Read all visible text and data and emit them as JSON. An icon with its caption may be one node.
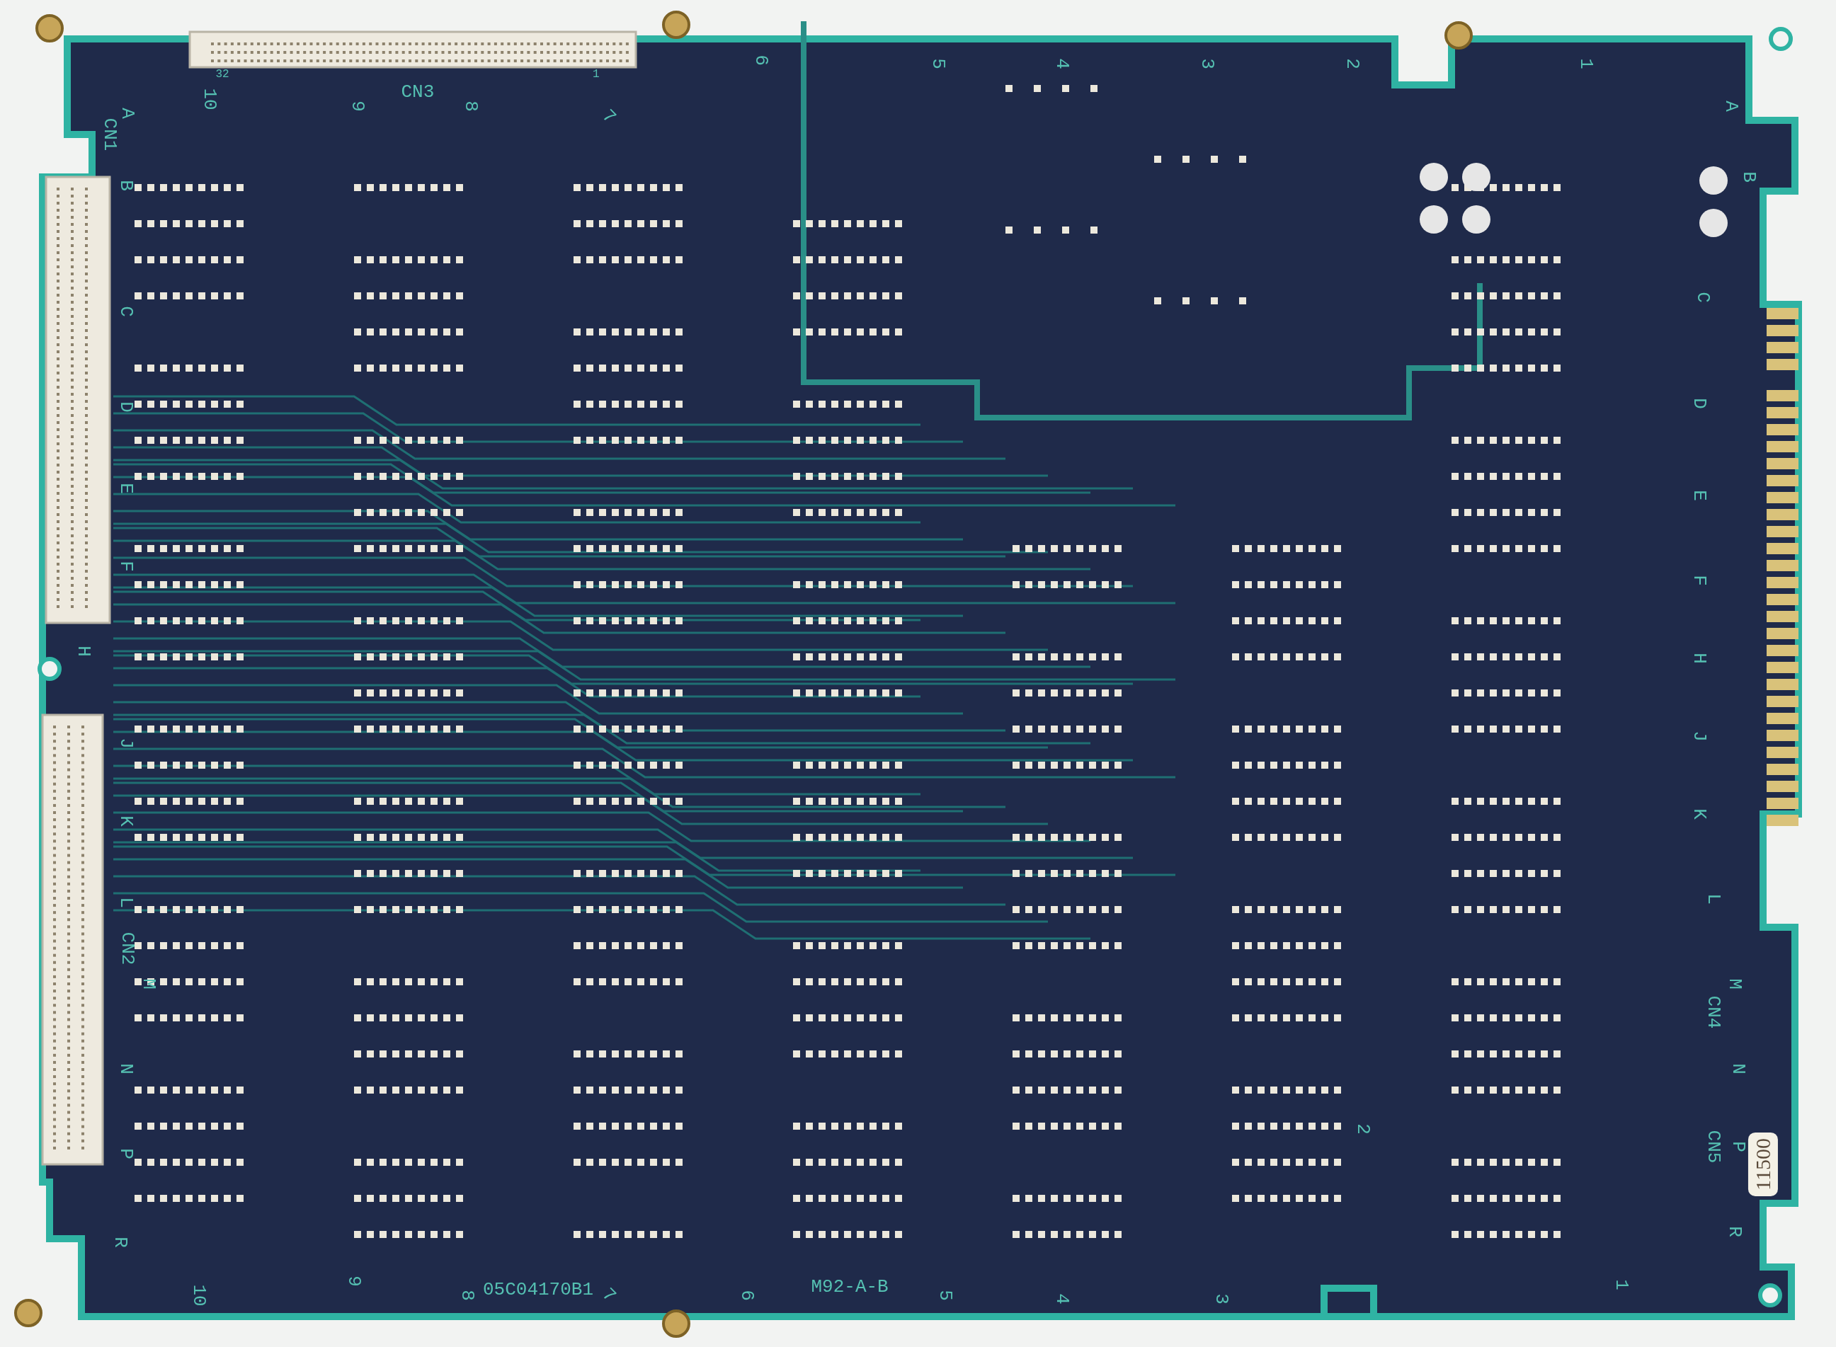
{
  "diagram": {
    "labels": [
      "10",
      "9",
      "8",
      "7",
      "6",
      "5",
      "4",
      "3",
      "2",
      "1",
      "CN3",
      "32",
      "1",
      "A",
      "CN1",
      "B",
      "C",
      "D",
      "E",
      "F",
      "H",
      "J",
      "K",
      "L",
      "CN2",
      "M",
      "N",
      "P",
      "R",
      "A",
      "B",
      "C",
      "D",
      "E",
      "F",
      "H",
      "J",
      "K",
      "L",
      "M",
      "CN4",
      "N",
      "CN5",
      "P",
      "R",
      "11500",
      "10",
      "9",
      "8",
      "7",
      "6",
      "5",
      "4",
      "3",
      "2",
      "1",
      "05C04170B1",
      "M92-A-B"
    ]
  }
}
